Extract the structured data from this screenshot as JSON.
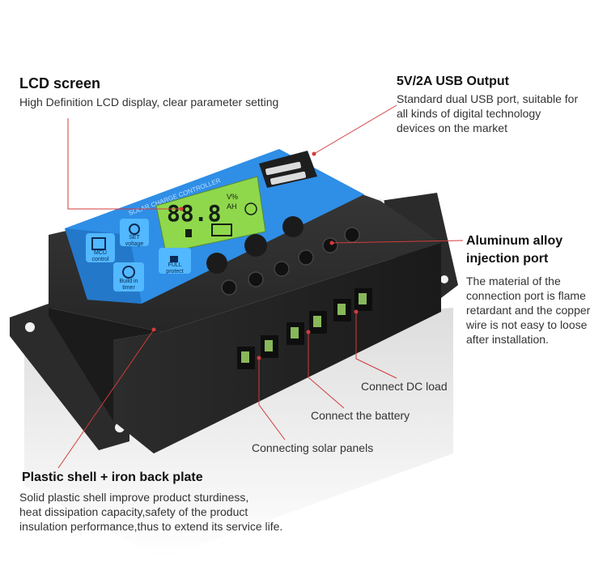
{
  "callouts": {
    "lcd": {
      "title": "LCD screen",
      "desc": "High Definition LCD display, clear parameter setting"
    },
    "usb": {
      "title": "5V/2A USB Output",
      "desc_lines": [
        "Standard dual USB port, suitable for",
        "all kinds of digital technology",
        "devices on the market"
      ]
    },
    "aluminum": {
      "title_lines": [
        "Aluminum alloy",
        "injection port"
      ],
      "desc_lines": [
        "The material of the",
        "connection port is flame",
        "retardant and the copper",
        "wire is not easy to loose",
        "after installation."
      ]
    },
    "dc_load": {
      "label": "Connect DC load"
    },
    "battery": {
      "label": "Connect the battery"
    },
    "solar": {
      "label": "Connecting solar panels"
    },
    "shell": {
      "title": "Plastic shell + iron back plate",
      "desc_lines": [
        "Solid plastic shell improve product sturdiness,",
        "heat dissipation capacity,safety of the product",
        "insulation performance,thus to extend its service life."
      ]
    }
  },
  "device": {
    "panel_title": "SOLAR CHARGE CONTROLLER",
    "lcd_digits": "88.8",
    "lcd_units_top": "V%",
    "lcd_units_bottom": "AH",
    "icons": [
      {
        "name": "mcu-chip-icon",
        "caption": [
          "MCU",
          "control"
        ]
      },
      {
        "name": "settings-gear-icon",
        "caption": [
          "SET",
          "voltage"
        ]
      },
      {
        "name": "timer-clock-icon",
        "caption": [
          "Build in",
          "timer"
        ]
      },
      {
        "name": "lock-icon",
        "caption": [
          "FULL",
          "protect"
        ]
      }
    ]
  },
  "colors": {
    "leader_line": "#d33b3b",
    "panel_blue": "#2f8ee6",
    "lcd_green": "#8fd84c",
    "housing": "#2a2a2a"
  }
}
